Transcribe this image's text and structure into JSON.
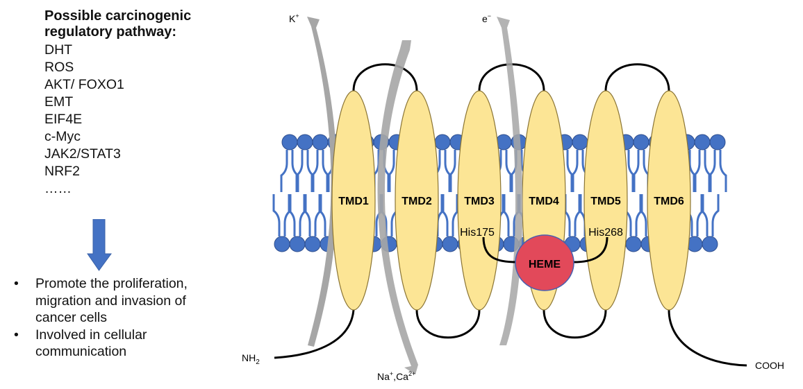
{
  "left_panel": {
    "heading": "Possible carcinogenic regulatory pathway:",
    "pathways": [
      "DHT",
      "ROS",
      "AKT/ FOXO1",
      "EMT",
      "EIF4E",
      "c-Myc",
      "JAK2/STAT3",
      "NRF2",
      "……"
    ],
    "arrow_icon": "down-arrow-icon",
    "bullet_glyph": "•",
    "effects": [
      "Promote the proliferation, migration and invasion of cancer cells",
      "Involved in cellular communication"
    ]
  },
  "diagram": {
    "tmds": [
      {
        "label": "TMD1"
      },
      {
        "label": "TMD2"
      },
      {
        "label": "TMD3"
      },
      {
        "label": "TMD4"
      },
      {
        "label": "TMD5"
      },
      {
        "label": "TMD6"
      }
    ],
    "residues": {
      "left": "His175",
      "right": "His268"
    },
    "heme_label": "HEME",
    "termini": {
      "n_base": "NH",
      "n_sub": "2",
      "c": "COOH"
    },
    "ions": {
      "potassium": {
        "base": "K",
        "sup": "+"
      },
      "electron": {
        "base": "e",
        "sup": "−"
      },
      "sodium_calcium": {
        "na": "Na",
        "na_sup": "+",
        "sep": ",",
        "ca": "Ca",
        "ca_sup": "2+"
      }
    },
    "colors": {
      "tmd_fill": "#FCE595",
      "tmd_stroke": "#8A7434",
      "lipid": "#4472C4",
      "lipid_stroke": "#2F4F8F",
      "heme_fill": "#E2495A",
      "heme_stroke": "#4A5FB0",
      "loop": "#000000",
      "ion_arrow": "#A6A6A6",
      "down_arrow": "#4472C4"
    }
  }
}
